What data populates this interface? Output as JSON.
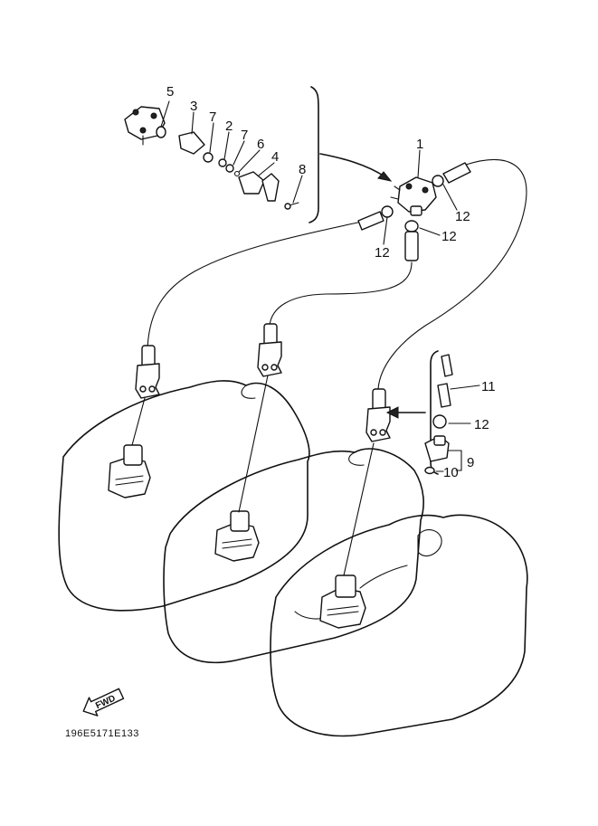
{
  "labels": {
    "p1": "1",
    "p2": "2",
    "p3": "3",
    "p4": "4",
    "p5": "5",
    "p6": "6",
    "p7a": "7",
    "p7b": "7",
    "p8": "8",
    "p9": "9",
    "p10": "10",
    "p11": "11",
    "p12a": "12",
    "p12b": "12",
    "p12c": "12",
    "p12d": "12"
  },
  "fwd_label": "FWD",
  "diagram_code": "196E5171E133"
}
